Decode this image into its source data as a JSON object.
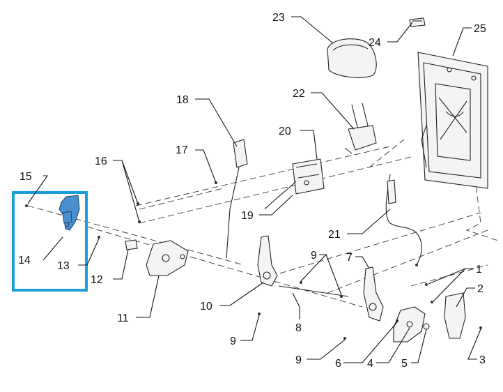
{
  "callouts": {
    "c1": "1",
    "c2": "2",
    "c3": "3",
    "c4": "4",
    "c5": "5",
    "c6": "6",
    "c7": "7",
    "c8": "8",
    "c9a": "9",
    "c9b": "9",
    "c9c": "9",
    "c10": "10",
    "c11": "11",
    "c12": "12",
    "c13": "13",
    "c14": "14",
    "c15": "15",
    "c16": "16",
    "c17": "17",
    "c18": "18",
    "c19": "19",
    "c20": "20",
    "c21": "21",
    "c22": "22",
    "c23": "23",
    "c24": "24",
    "c25": "25"
  },
  "highlight": {
    "color": "#1a9fd8",
    "parts": [
      "13",
      "14",
      "15"
    ]
  },
  "colors": {
    "line": "#222222",
    "highlight_part": "#4b8fd1"
  }
}
